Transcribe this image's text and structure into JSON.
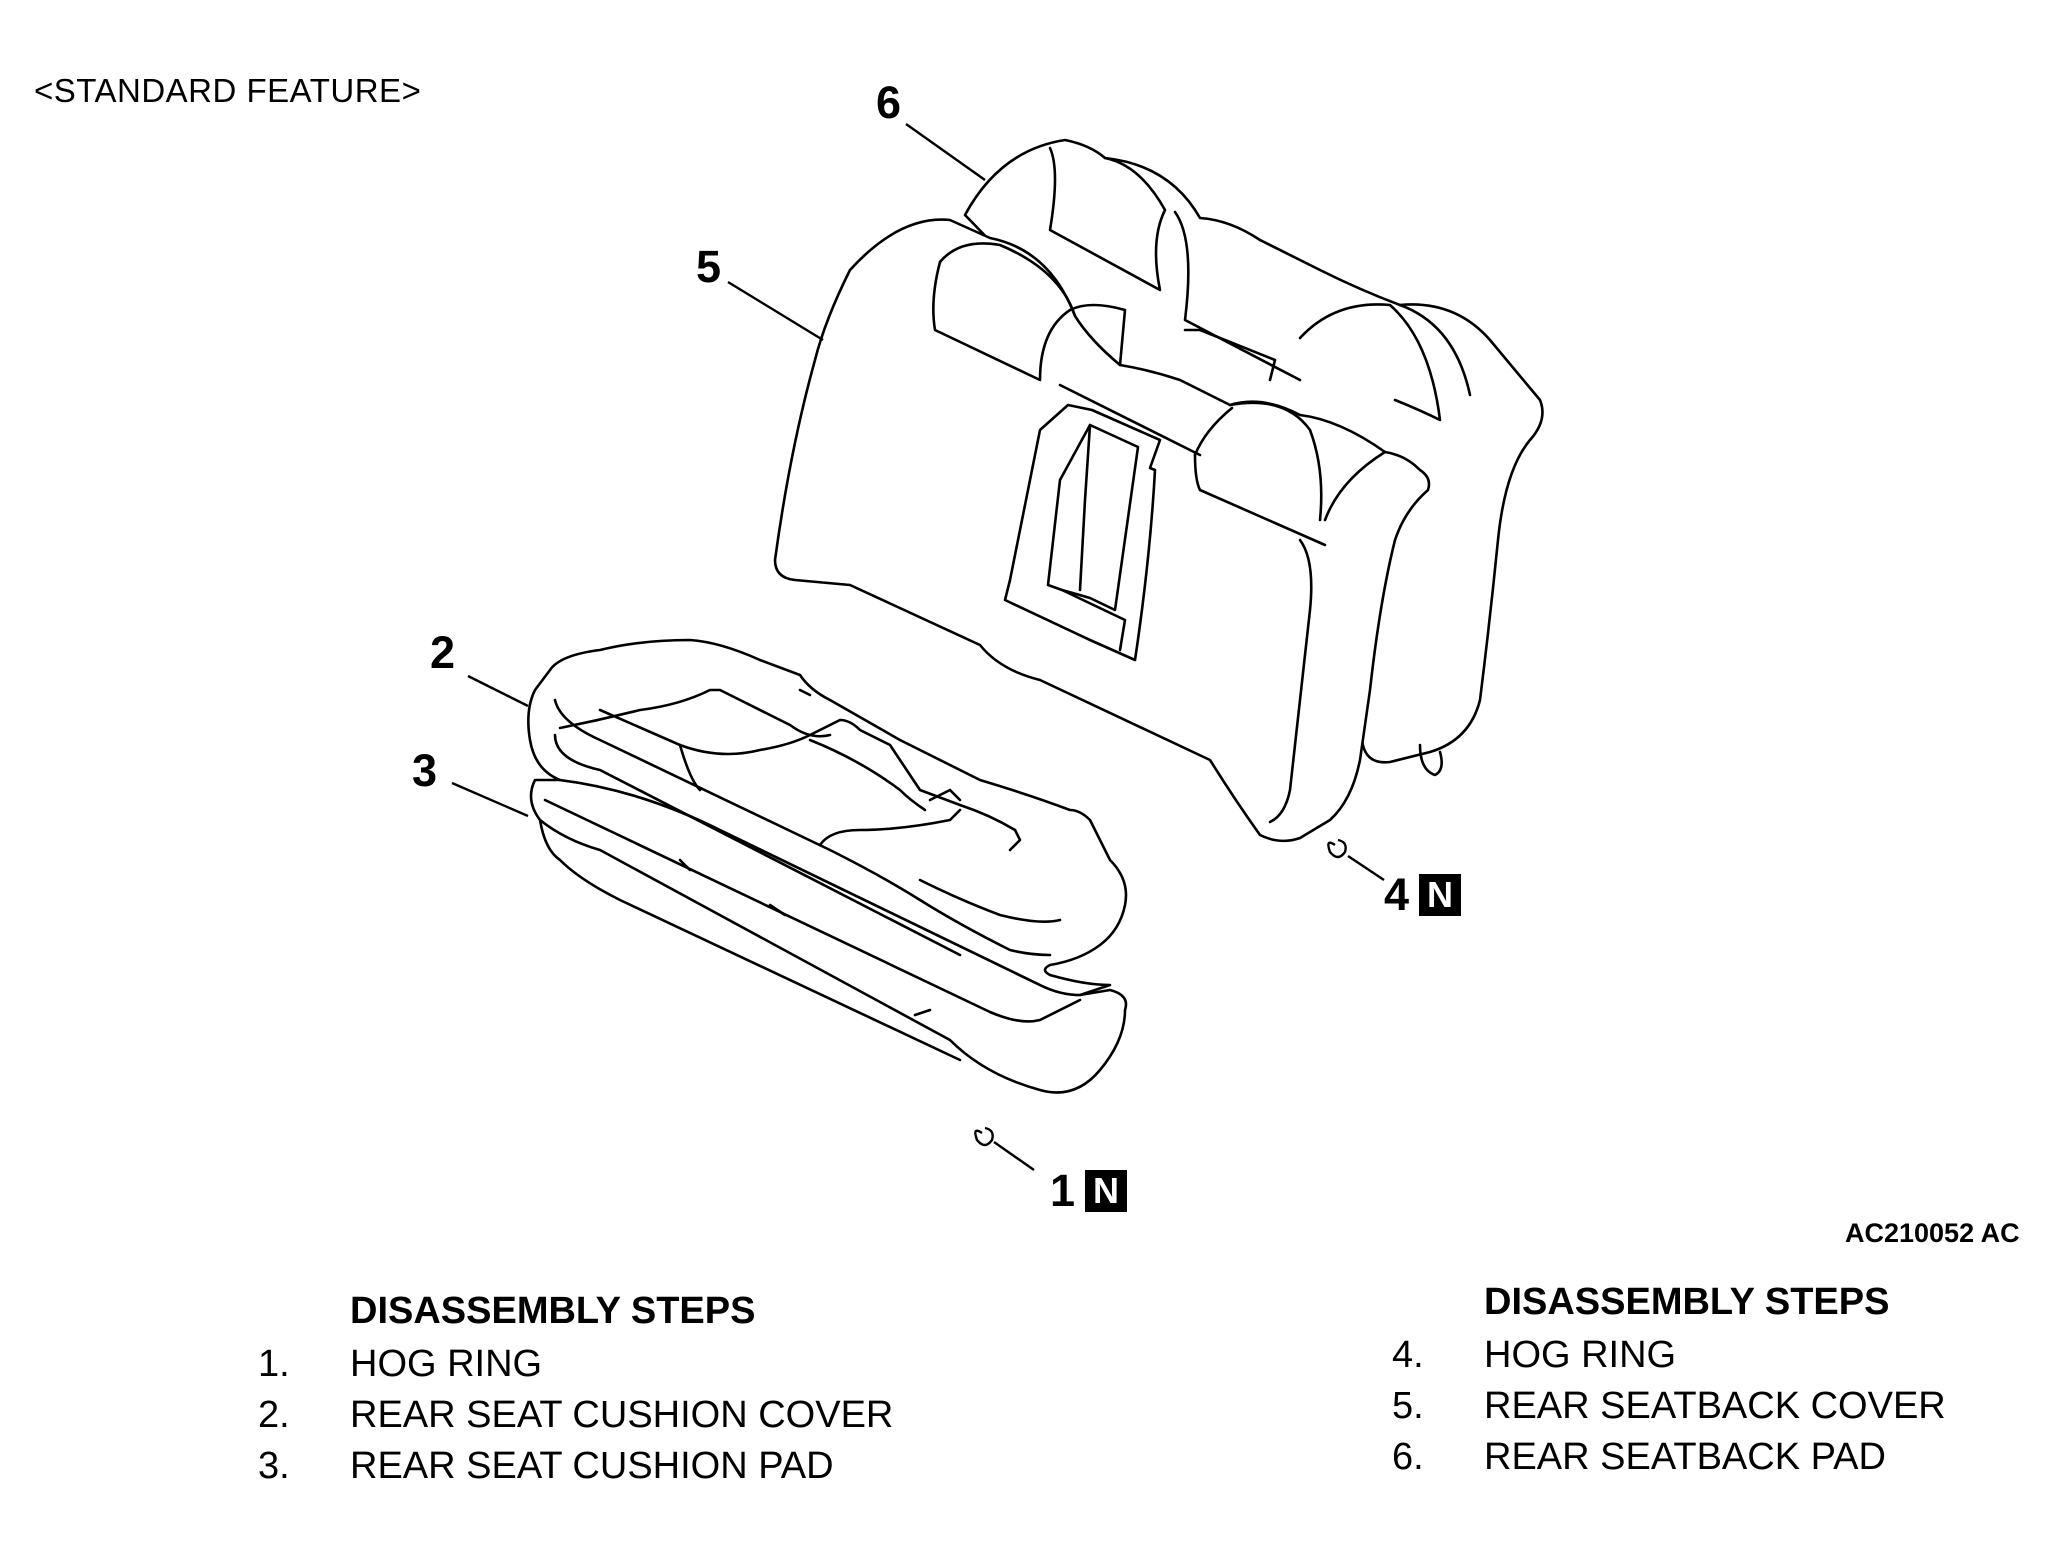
{
  "header": {
    "variant_label": "<STANDARD FEATURE>"
  },
  "diagram": {
    "callouts": [
      {
        "number": "1",
        "badge": "N"
      },
      {
        "number": "2"
      },
      {
        "number": "3"
      },
      {
        "number": "4",
        "badge": "N"
      },
      {
        "number": "5"
      },
      {
        "number": "6"
      }
    ],
    "figure_code": "AC210052 AC"
  },
  "steps_left": {
    "heading": "DISASSEMBLY STEPS",
    "items": [
      {
        "num": "1.",
        "label": "HOG RING"
      },
      {
        "num": "2.",
        "label": "REAR SEAT CUSHION COVER"
      },
      {
        "num": "3.",
        "label": "REAR SEAT CUSHION PAD"
      }
    ]
  },
  "steps_right": {
    "heading": "DISASSEMBLY STEPS",
    "items": [
      {
        "num": "4.",
        "label": "HOG RING"
      },
      {
        "num": "5.",
        "label": "REAR SEATBACK COVER"
      },
      {
        "num": "6.",
        "label": "REAR SEATBACK PAD"
      }
    ]
  }
}
